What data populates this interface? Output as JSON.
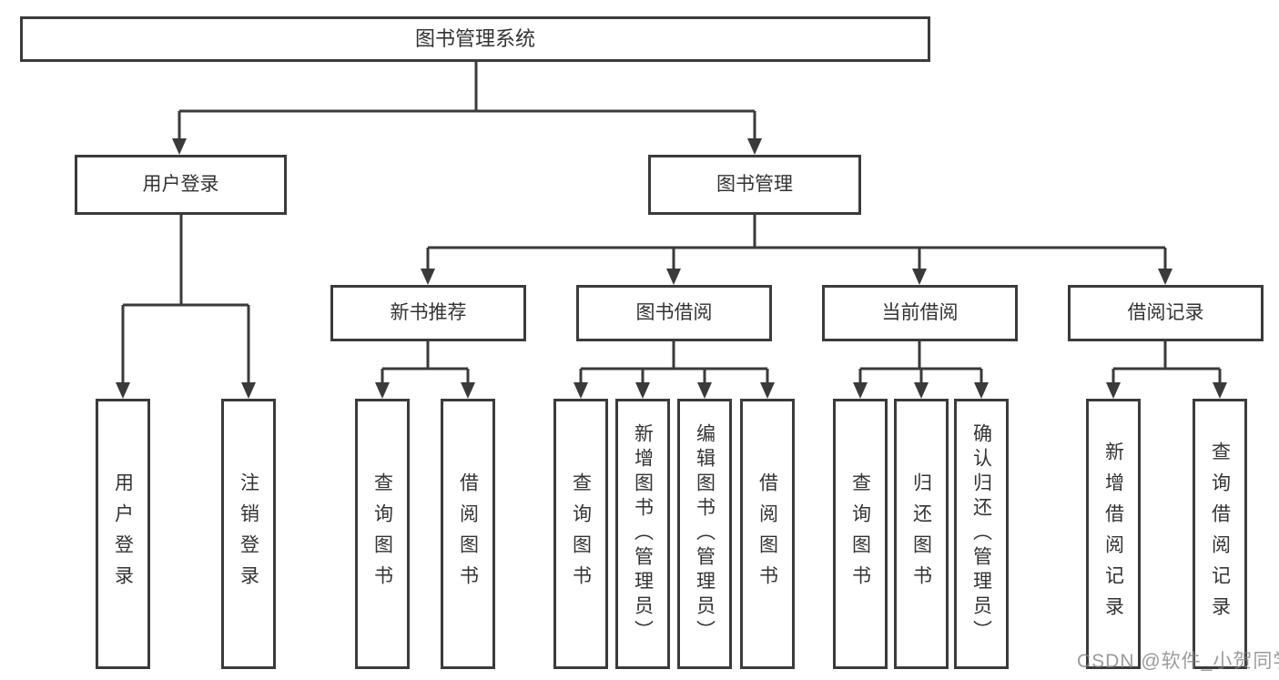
{
  "tree": {
    "root": {
      "label": "图书管理系统",
      "children": [
        {
          "label": "用户登录",
          "children": [
            {
              "label": "用户登录"
            },
            {
              "label": "注销登录"
            }
          ]
        },
        {
          "label": "图书管理",
          "children": [
            {
              "label": "新书推荐",
              "children": [
                {
                  "label": "查询图书"
                },
                {
                  "label": "借阅图书"
                }
              ]
            },
            {
              "label": "图书借阅",
              "children": [
                {
                  "label": "查询图书"
                },
                {
                  "label": "新增图书（管理员）"
                },
                {
                  "label": "编辑图书（管理员）"
                },
                {
                  "label": "借阅图书"
                }
              ]
            },
            {
              "label": "当前借阅",
              "children": [
                {
                  "label": "查询图书"
                },
                {
                  "label": "归还图书"
                },
                {
                  "label": "确认归还（管理员）"
                }
              ]
            },
            {
              "label": "借阅记录",
              "children": [
                {
                  "label": "新增借阅记录"
                },
                {
                  "label": "查询借阅记录"
                }
              ]
            }
          ]
        }
      ]
    }
  },
  "watermark": {
    "text": "CSDN @软件_小贺同学"
  },
  "colors": {
    "line": "#3a3a3a",
    "box_border": "#3b3b3b",
    "text": "#333333",
    "watermark": "#828282",
    "background": "#ffffff"
  }
}
